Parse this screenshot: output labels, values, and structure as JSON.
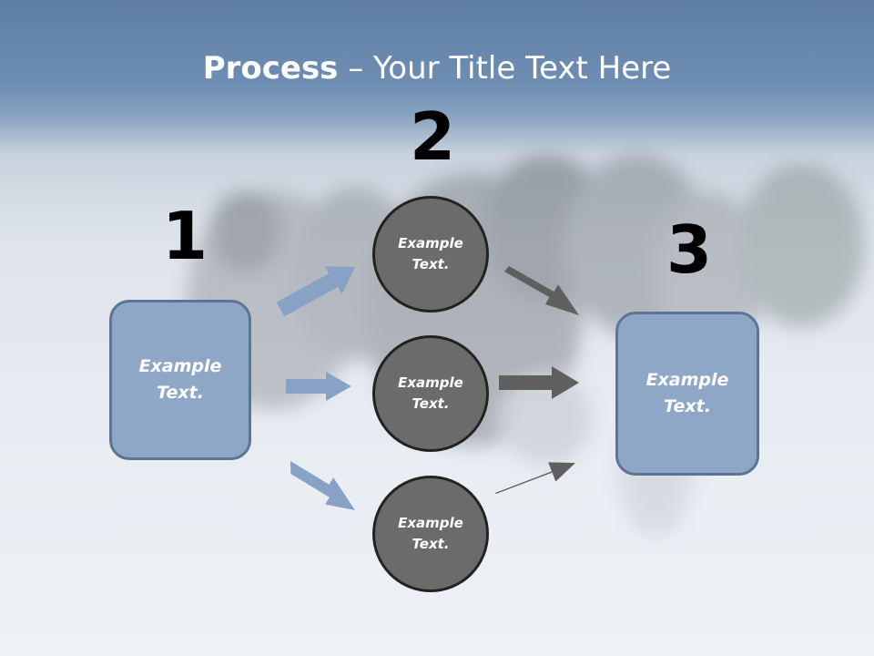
{
  "title": {
    "bold": "Process",
    "rest": " – Your Title Text Here"
  },
  "steps": {
    "one": "1",
    "two": "2",
    "three": "3"
  },
  "left_box": {
    "line1": "Example",
    "line2": "Text."
  },
  "circles": [
    {
      "line1": "Example",
      "line2": "Text."
    },
    {
      "line1": "Example",
      "line2": "Text."
    },
    {
      "line1": "Example",
      "line2": "Text."
    }
  ],
  "right_box": {
    "line1": "Example",
    "line2": "Text."
  },
  "colors": {
    "box_fill": "#8fa7c7",
    "box_border": "#5d7495",
    "circle_fill": "#6b6b6b",
    "circle_border": "#222222",
    "blue_arrow": "#87a2c4",
    "gray_arrow": "#5f5f5f"
  }
}
